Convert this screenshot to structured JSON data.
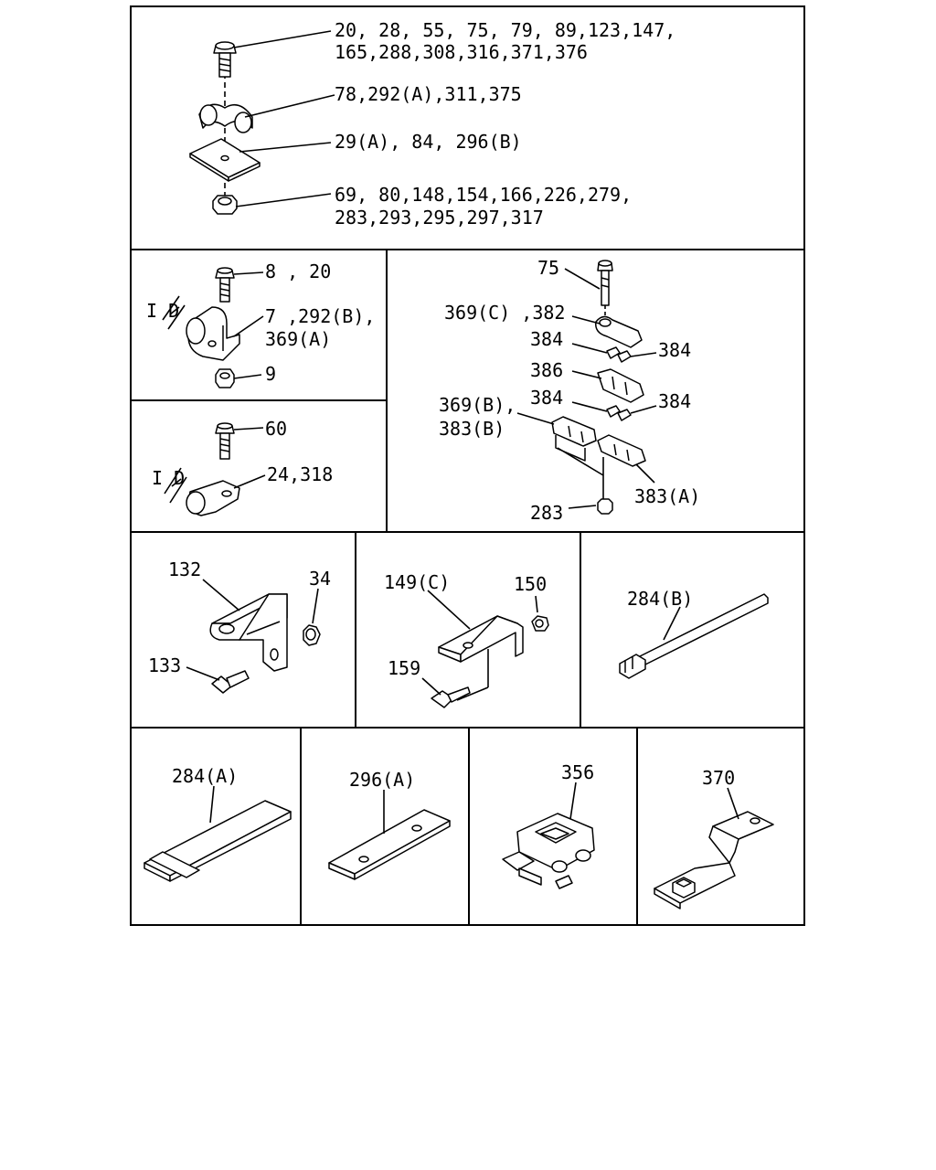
{
  "panels": {
    "top": {
      "bolt_label_line1": "20, 28, 55, 75, 79, 89,123,147,",
      "bolt_label_line2": "165,288,308,316,371,376",
      "clip_label": "78,292(A),311,375",
      "plate_label": "29(A), 84, 296(B)",
      "nut_label_line1": "69, 80,148,154,166,226,279,",
      "nut_label_line2": "283,293,295,297,317"
    },
    "clamp_a": {
      "bolt_label": "8 , 20",
      "clamp_label_line1": "7 ,292(B),",
      "clamp_label_line2": "369(A)",
      "nut_label": "9",
      "id_label": "I D"
    },
    "clamp_b": {
      "bolt_label": "60",
      "clamp_label": "24,318",
      "id_label": "I D"
    },
    "multi_clip": {
      "bolt_label": "75",
      "clip_c_label": "369(C) ,382",
      "spacer_left_label": "384",
      "spacer_right_label": "384",
      "holder_label": "386",
      "spacer2_left_label": "384",
      "spacer2_right_label": "384",
      "clip_b_label_line1": "369(B),",
      "clip_b_label_line2": "383(B)",
      "clip_a_label": "383(A)",
      "nut_label": "283"
    },
    "bracket_132": {
      "bracket_label": "132",
      "nut_label": "34",
      "bolt_label": "133"
    },
    "bracket_149": {
      "bracket_label": "149(C)",
      "nut_label": "150",
      "bolt_label": "159"
    },
    "tie_284b": {
      "label": "284(B)"
    },
    "strap_284a": {
      "label": "284(A)"
    },
    "plate_296a": {
      "label": "296(A)"
    },
    "clip_356": {
      "label": "356"
    },
    "bracket_370": {
      "label": "370"
    }
  }
}
